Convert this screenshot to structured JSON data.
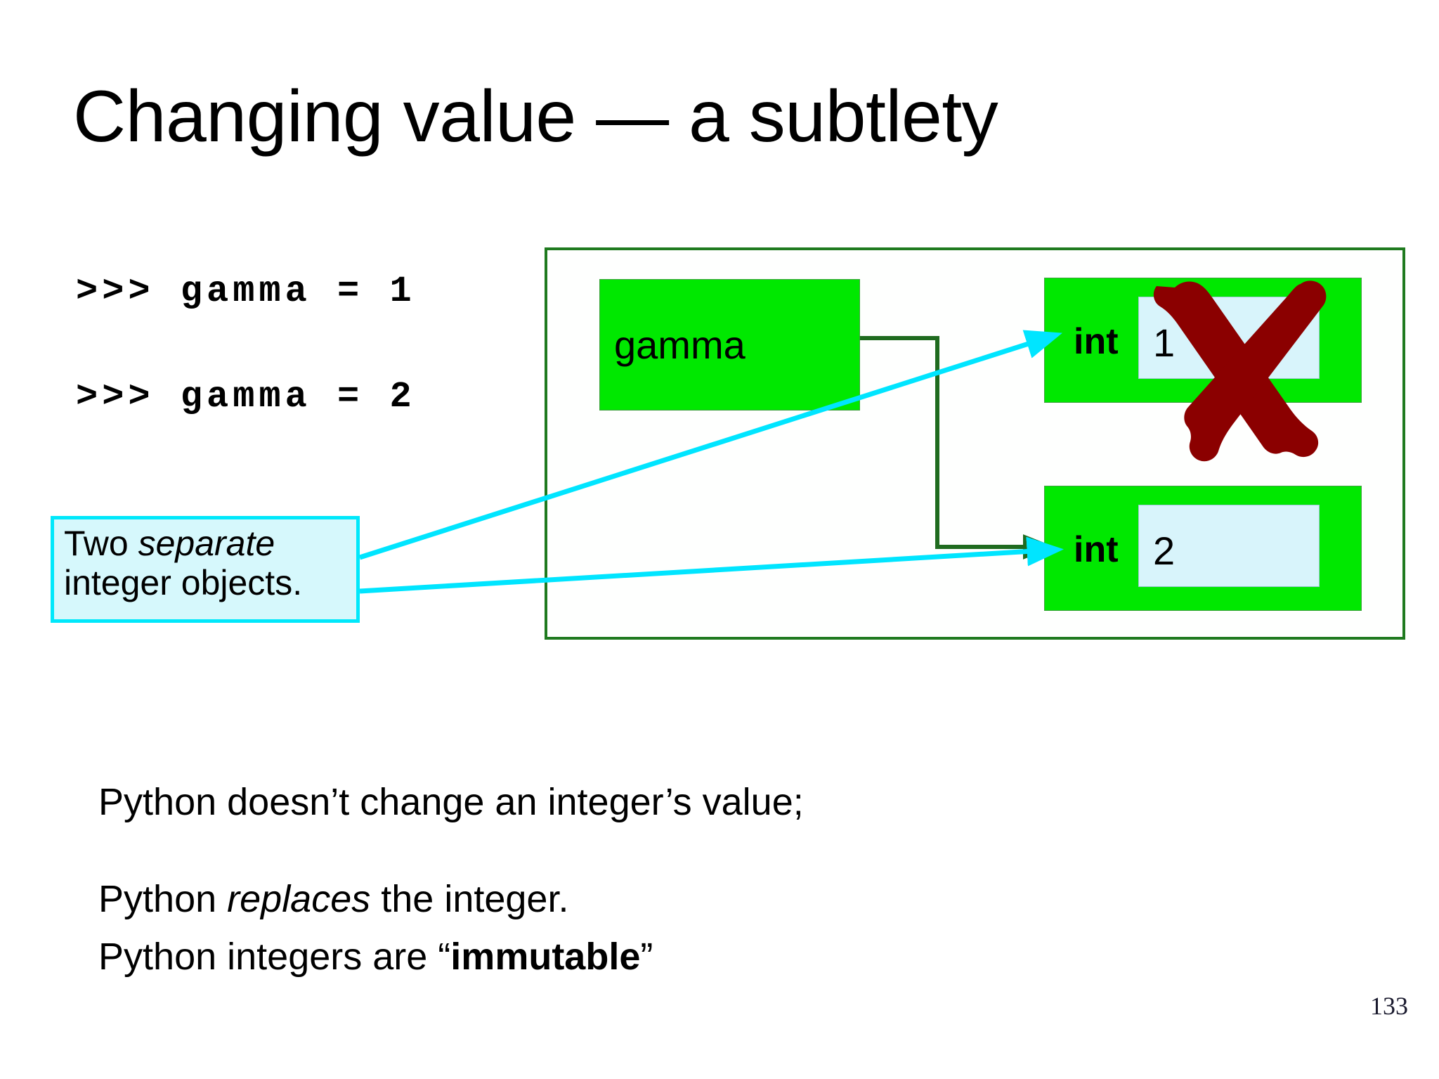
{
  "slide": {
    "title": "Changing value — a subtlety",
    "page_number": "133",
    "background_color": "#ffffff"
  },
  "code": {
    "lines": [
      ">>> gamma = 1",
      ">>> gamma = 2"
    ]
  },
  "callout": {
    "text_prefix": "Two ",
    "text_emphasis": "separate",
    "text_suffix": " integer objects.",
    "fill_color": "#d6f8fc",
    "border_color": "#00e8fb"
  },
  "diagram": {
    "frame_border_color": "#1f7a1f",
    "variable_box": {
      "label": "gamma",
      "fill_color": "#00e800"
    },
    "objects": [
      {
        "type_label": "int",
        "value": "1",
        "fill_color": "#00e800",
        "value_fill_color": "#d8f4fb",
        "crossed_out": true,
        "cross_color": "#8b0000"
      },
      {
        "type_label": "int",
        "value": "2",
        "fill_color": "#00e800",
        "value_fill_color": "#d8f4fb",
        "crossed_out": false,
        "cross_color": "#8b0000"
      }
    ],
    "connector_color": "#1f6b1f",
    "pointer_arrow_color": "#00e5ff"
  },
  "body": {
    "paragraph_1": {
      "line_1": "Python doesn’t change an integer’s value;",
      "line_2_prefix": "Python ",
      "line_2_emphasis": "replaces",
      "line_2_suffix": " the integer."
    },
    "paragraph_2": {
      "prefix": "Python integers are “",
      "strong": "immutable",
      "suffix": "”"
    }
  }
}
